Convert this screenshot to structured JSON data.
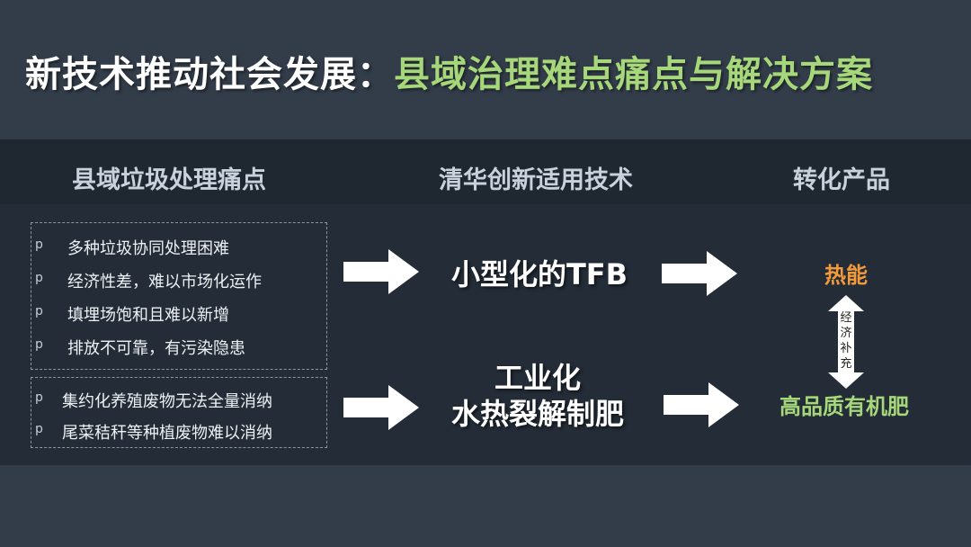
{
  "title": {
    "main": "新技术推动社会发展：",
    "accent": "县域治理难点痛点与解决方案"
  },
  "columns": {
    "pain_points": "县域垃圾处理痛点",
    "tech": "清华创新适用技术",
    "products": "转化产品"
  },
  "bullet_marker": "p",
  "pain_box_1": [
    "多种垃圾协同处理困难",
    "经济性差，难以市场化运作",
    "填埋场饱和且难以新增",
    "排放不可靠，有污染隐患"
  ],
  "pain_box_2": [
    "集约化养殖废物无法全量消纳",
    "尾菜秸秆等种植废物难以消纳"
  ],
  "tech": {
    "tfb": "小型化的TFB",
    "hydro_line1": "工业化",
    "hydro_line2": "水热裂解制肥"
  },
  "products": {
    "heat": "热能",
    "fertilizer": "高品质有机肥",
    "link_chars": [
      "经",
      "济",
      "补",
      "充"
    ]
  },
  "colors": {
    "background": "#333d4a",
    "band": "#232c37",
    "accent_green": "#a6d77a",
    "heat_orange": "#f39a3b"
  }
}
